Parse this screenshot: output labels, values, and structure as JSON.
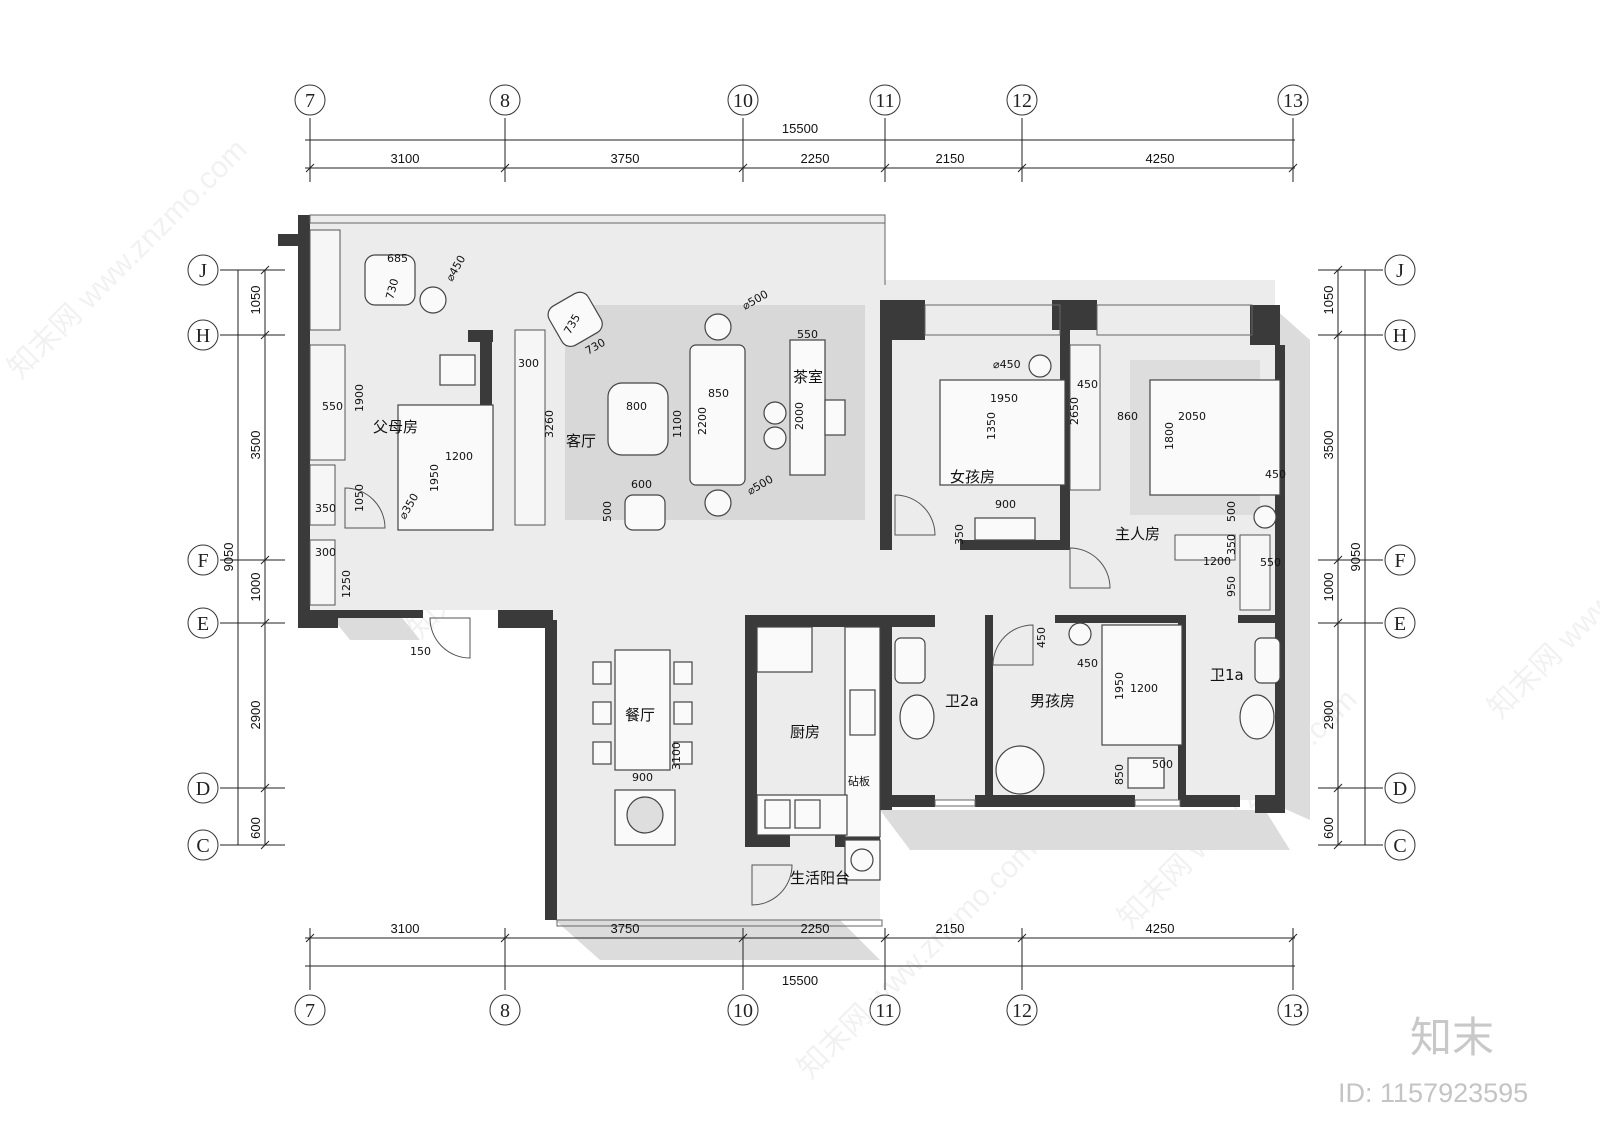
{
  "grid": {
    "columns": [
      "7",
      "8",
      "10",
      "11",
      "12",
      "13"
    ],
    "rows": [
      "J",
      "H",
      "F",
      "E",
      "D",
      "C"
    ]
  },
  "dimensions": {
    "total_width": "15500",
    "segments_x": [
      "3100",
      "3750",
      "2250",
      "2150",
      "4250"
    ],
    "total_height": "9050",
    "segments_y": [
      "1050",
      "3500",
      "1000",
      "2900",
      "600"
    ]
  },
  "rooms": {
    "parents_room": "父母房",
    "living_room": "客厅",
    "tea_room": "茶室",
    "girls_room": "女孩房",
    "master_room": "主人房",
    "dining_room": "餐厅",
    "kitchen": "厨房",
    "bath_2a": "卫2a",
    "boys_room": "男孩房",
    "bath_1a": "卫1a",
    "utility_balcony": "生活阳台"
  },
  "furniture_dims": {
    "d685": "685",
    "d730a": "730",
    "d450a": "⌀450",
    "d735": "735",
    "d730b": "730",
    "d500a": "⌀500",
    "d550a": "550",
    "d850": "850",
    "d800": "800",
    "d1100": "1100",
    "d2200": "2200",
    "d2000": "2000",
    "d3260": "3260",
    "d300a": "300",
    "d1900": "1900",
    "d550b": "550",
    "d1950a": "1950",
    "d1200a": "1200",
    "d350a": "⌀350",
    "d1050": "1050",
    "d350b": "350",
    "d300b": "300",
    "d1250": "1250",
    "d150": "150",
    "d600": "600",
    "d500b": "500",
    "d500c": "⌀500",
    "d450b": "⌀450",
    "d1950b": "1950",
    "d1350": "1350",
    "d2650": "2650",
    "d450c": "450",
    "d860": "860",
    "d2050": "2050",
    "d1800": "1800",
    "d450d": "450",
    "d900a": "900",
    "d350c": "350",
    "d500d": "500",
    "d1200b": "1200",
    "d350d": "350",
    "d550c": "550",
    "d950": "950",
    "d450e": "450",
    "d450f": "450",
    "d1950c": "1950",
    "d1200c": "1200",
    "d850b": "850",
    "d500e": "500",
    "d900b": "900",
    "d3100": "3100",
    "cutting_board": "砧板"
  },
  "watermark": "知末网 www.znzmo.com",
  "brand": {
    "logo_text": "知末",
    "id_text": "ID: 1157923595"
  },
  "colors": {
    "wall": "#333333",
    "floor": "#ebebeb",
    "rug": "#d6d6d6",
    "shadow": "#d9d9d9"
  }
}
